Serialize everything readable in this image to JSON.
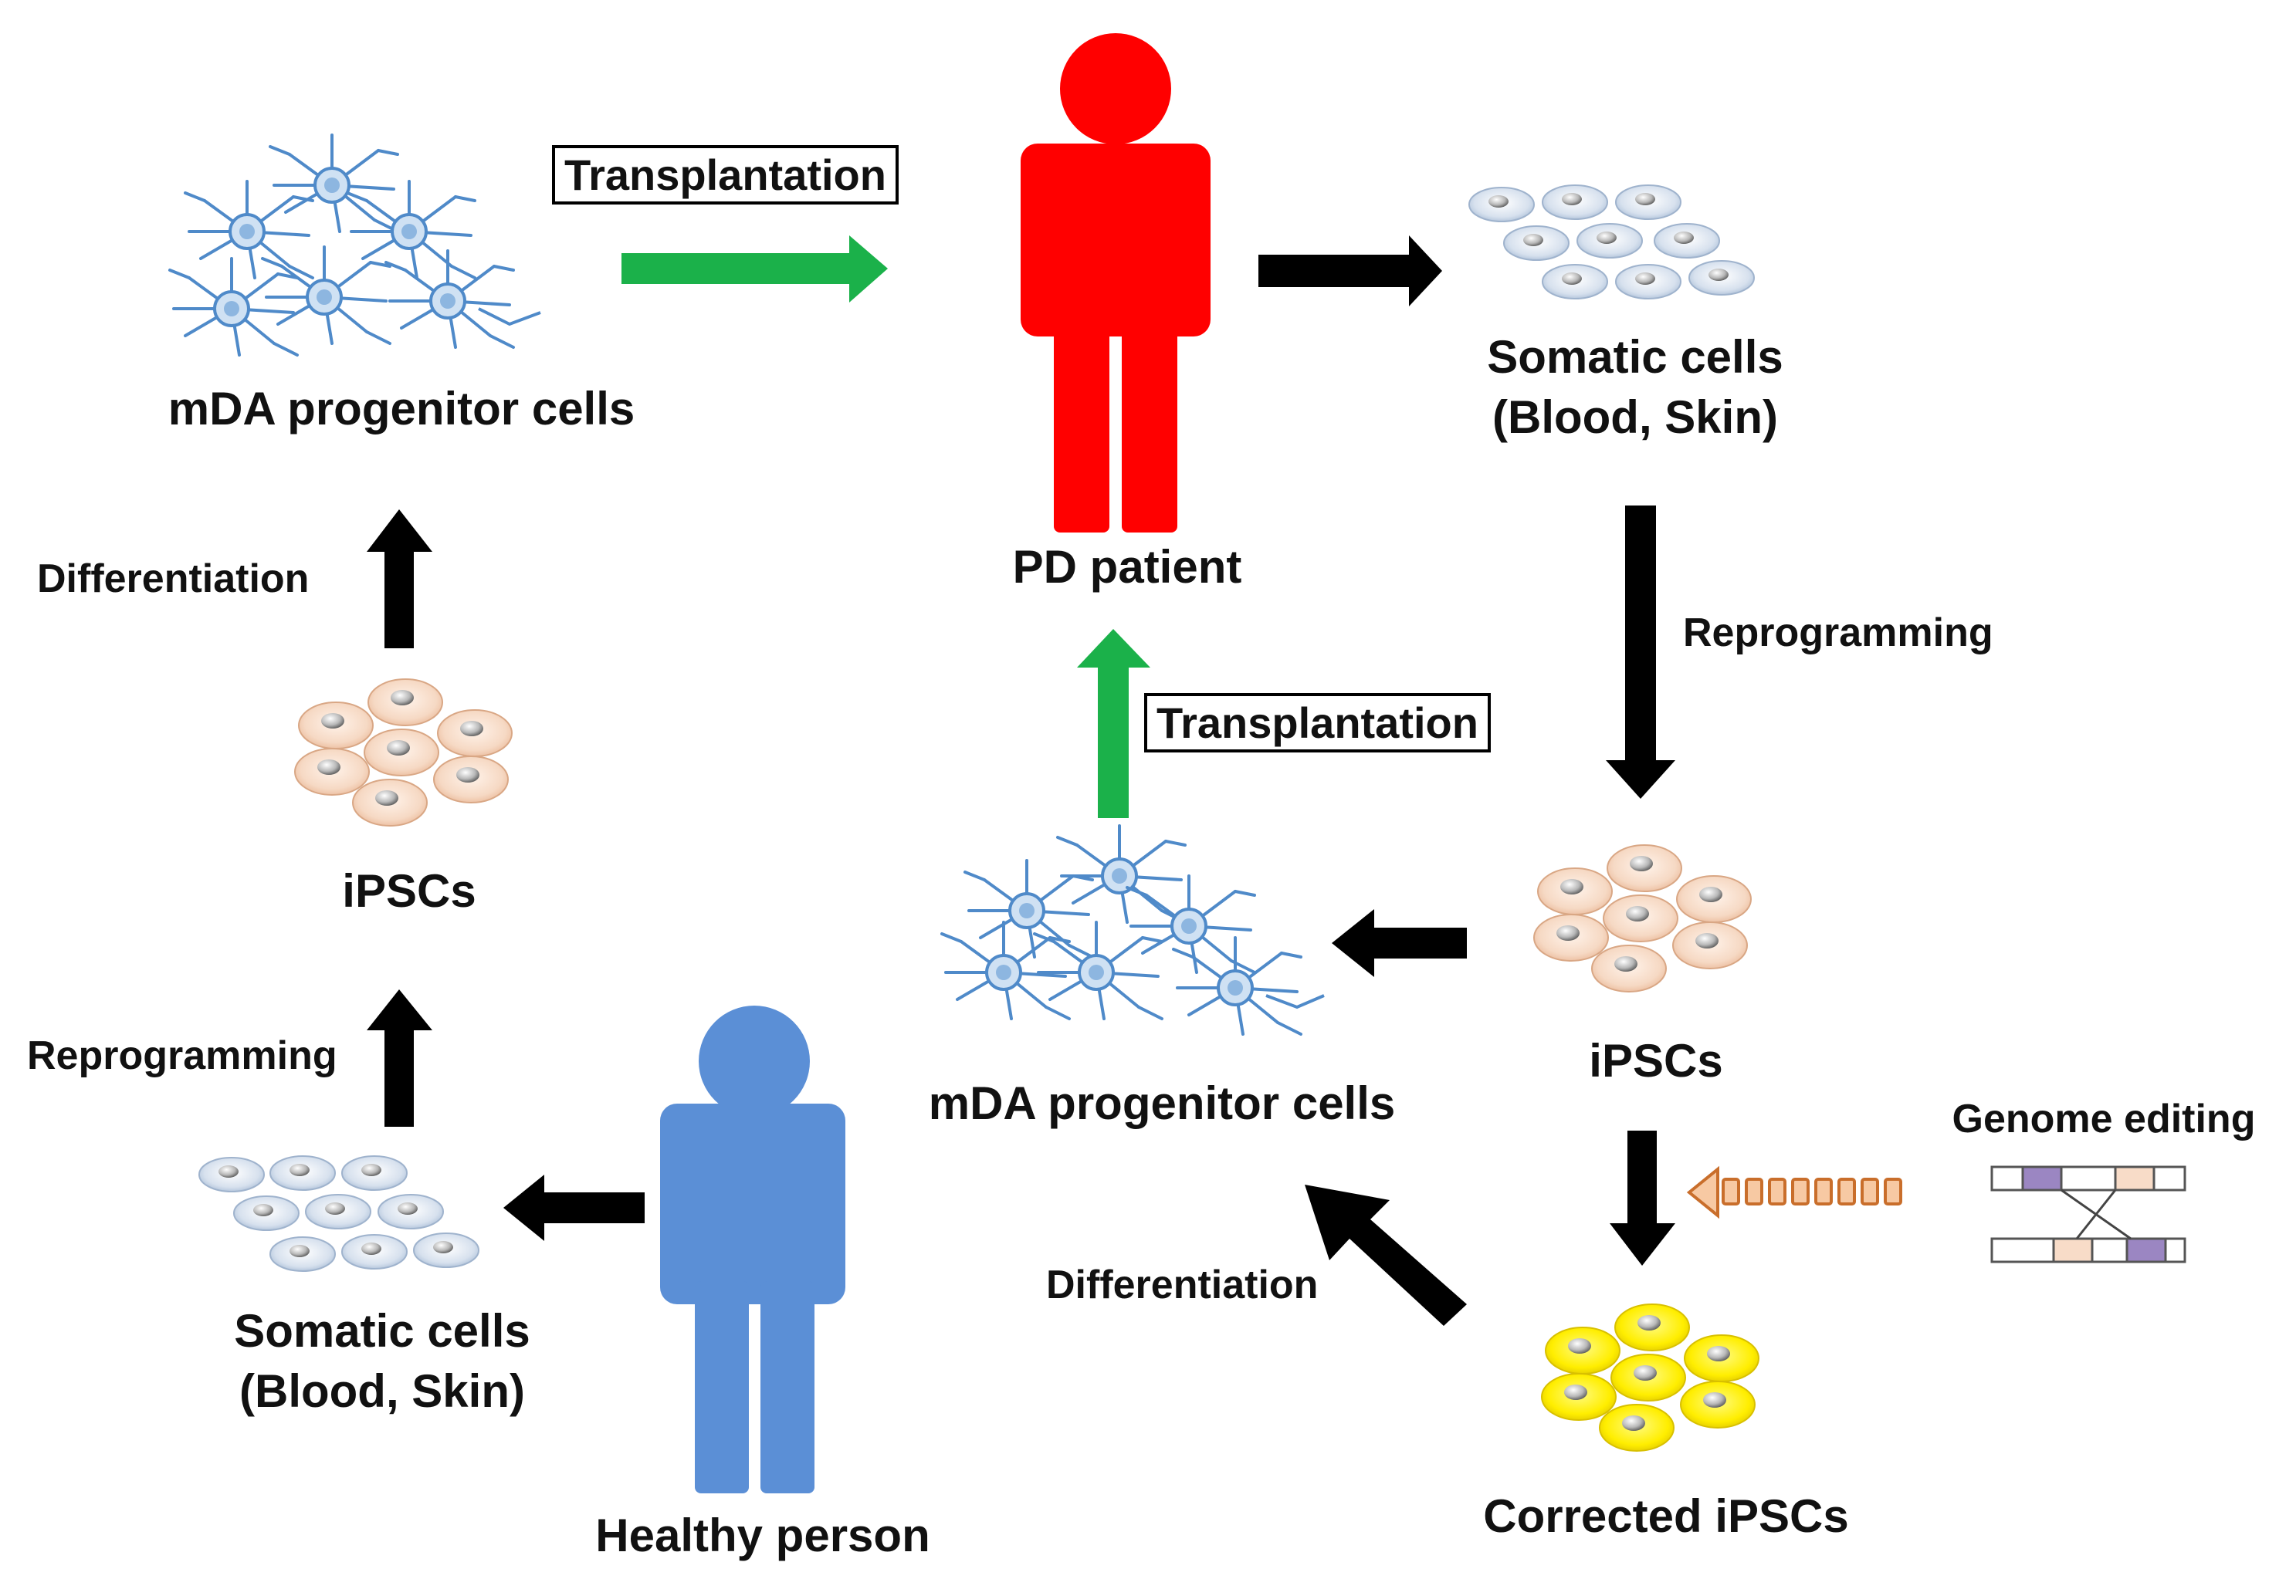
{
  "labels": {
    "transplantation_top": "Transplantation",
    "mda_top": "mDA progenitor cells",
    "differentiation_left": "Differentiation",
    "ipscs_left": "iPSCs",
    "reprogramming_left": "Reprogramming",
    "somatic_left_1": "Somatic cells",
    "somatic_left_2": "(Blood, Skin)",
    "healthy_person": "Healthy person",
    "pd_patient": "PD patient",
    "transplantation_mid": "Transplantation",
    "mda_mid": "mDA progenitor cells",
    "somatic_right_1": "Somatic cells",
    "somatic_right_2": "(Blood, Skin)",
    "reprogramming_right": "Reprogramming",
    "ipscs_right": "iPSCs",
    "genome_editing": "Genome editing",
    "differentiation_bottom": "Differentiation",
    "corrected_ipscs": "Corrected iPSCs"
  },
  "colors": {
    "patient": "#ff0000",
    "healthy": "#5b8fd6",
    "green_arrow": "#1bb14a",
    "black_arrow": "#000000",
    "ipsc_fill": "#f6d9c4",
    "somatic_fill": "#d7e1ee",
    "corrected_fill": "#ffee00",
    "neuron": "#4f8ac9"
  },
  "icons": [
    "person-icon",
    "neuron-network-icon",
    "cell-cluster-icon",
    "dna-crossover-icon",
    "arrow-icon"
  ]
}
